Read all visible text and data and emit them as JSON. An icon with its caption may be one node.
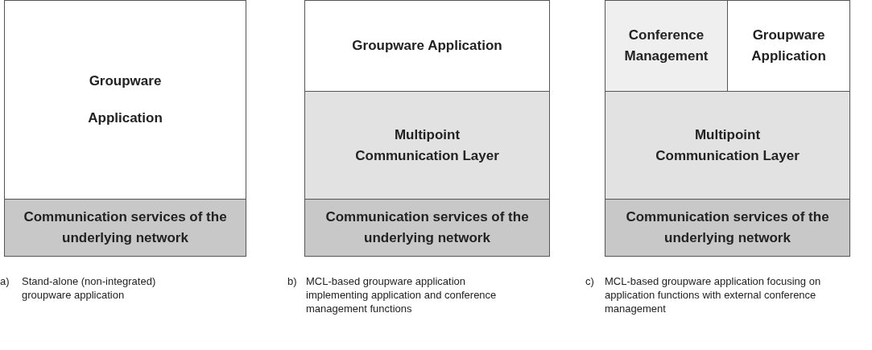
{
  "diagram": {
    "nodes": [
      {
        "text": [
          "Groupware Application"
        ]
      },
      {
        "text": [
          "Communication services of the underlying network"
        ]
      },
      {
        "text": [
          "Groupware Application"
        ]
      },
      {
        "text": [
          "Multipoint Communication Layer"
        ]
      },
      {
        "text": [
          "Communication services of the underlying network"
        ]
      },
      {
        "text": [
          "Conference Management"
        ]
      },
      {
        "text": [
          "Groupware Application"
        ]
      },
      {
        "text": [
          "Multipoint Communication Layer"
        ]
      },
      {
        "text": [
          "Communication services of the underlying network"
        ]
      }
    ],
    "edges": [],
    "labels": [
      "a)",
      "Stand-alone (non-integrated) groupware application",
      "b)",
      "MCL-based groupware application implementing application and conference management functions",
      "c)",
      "MCL-based groupware application focusing on application functions with external conference management"
    ]
  }
}
